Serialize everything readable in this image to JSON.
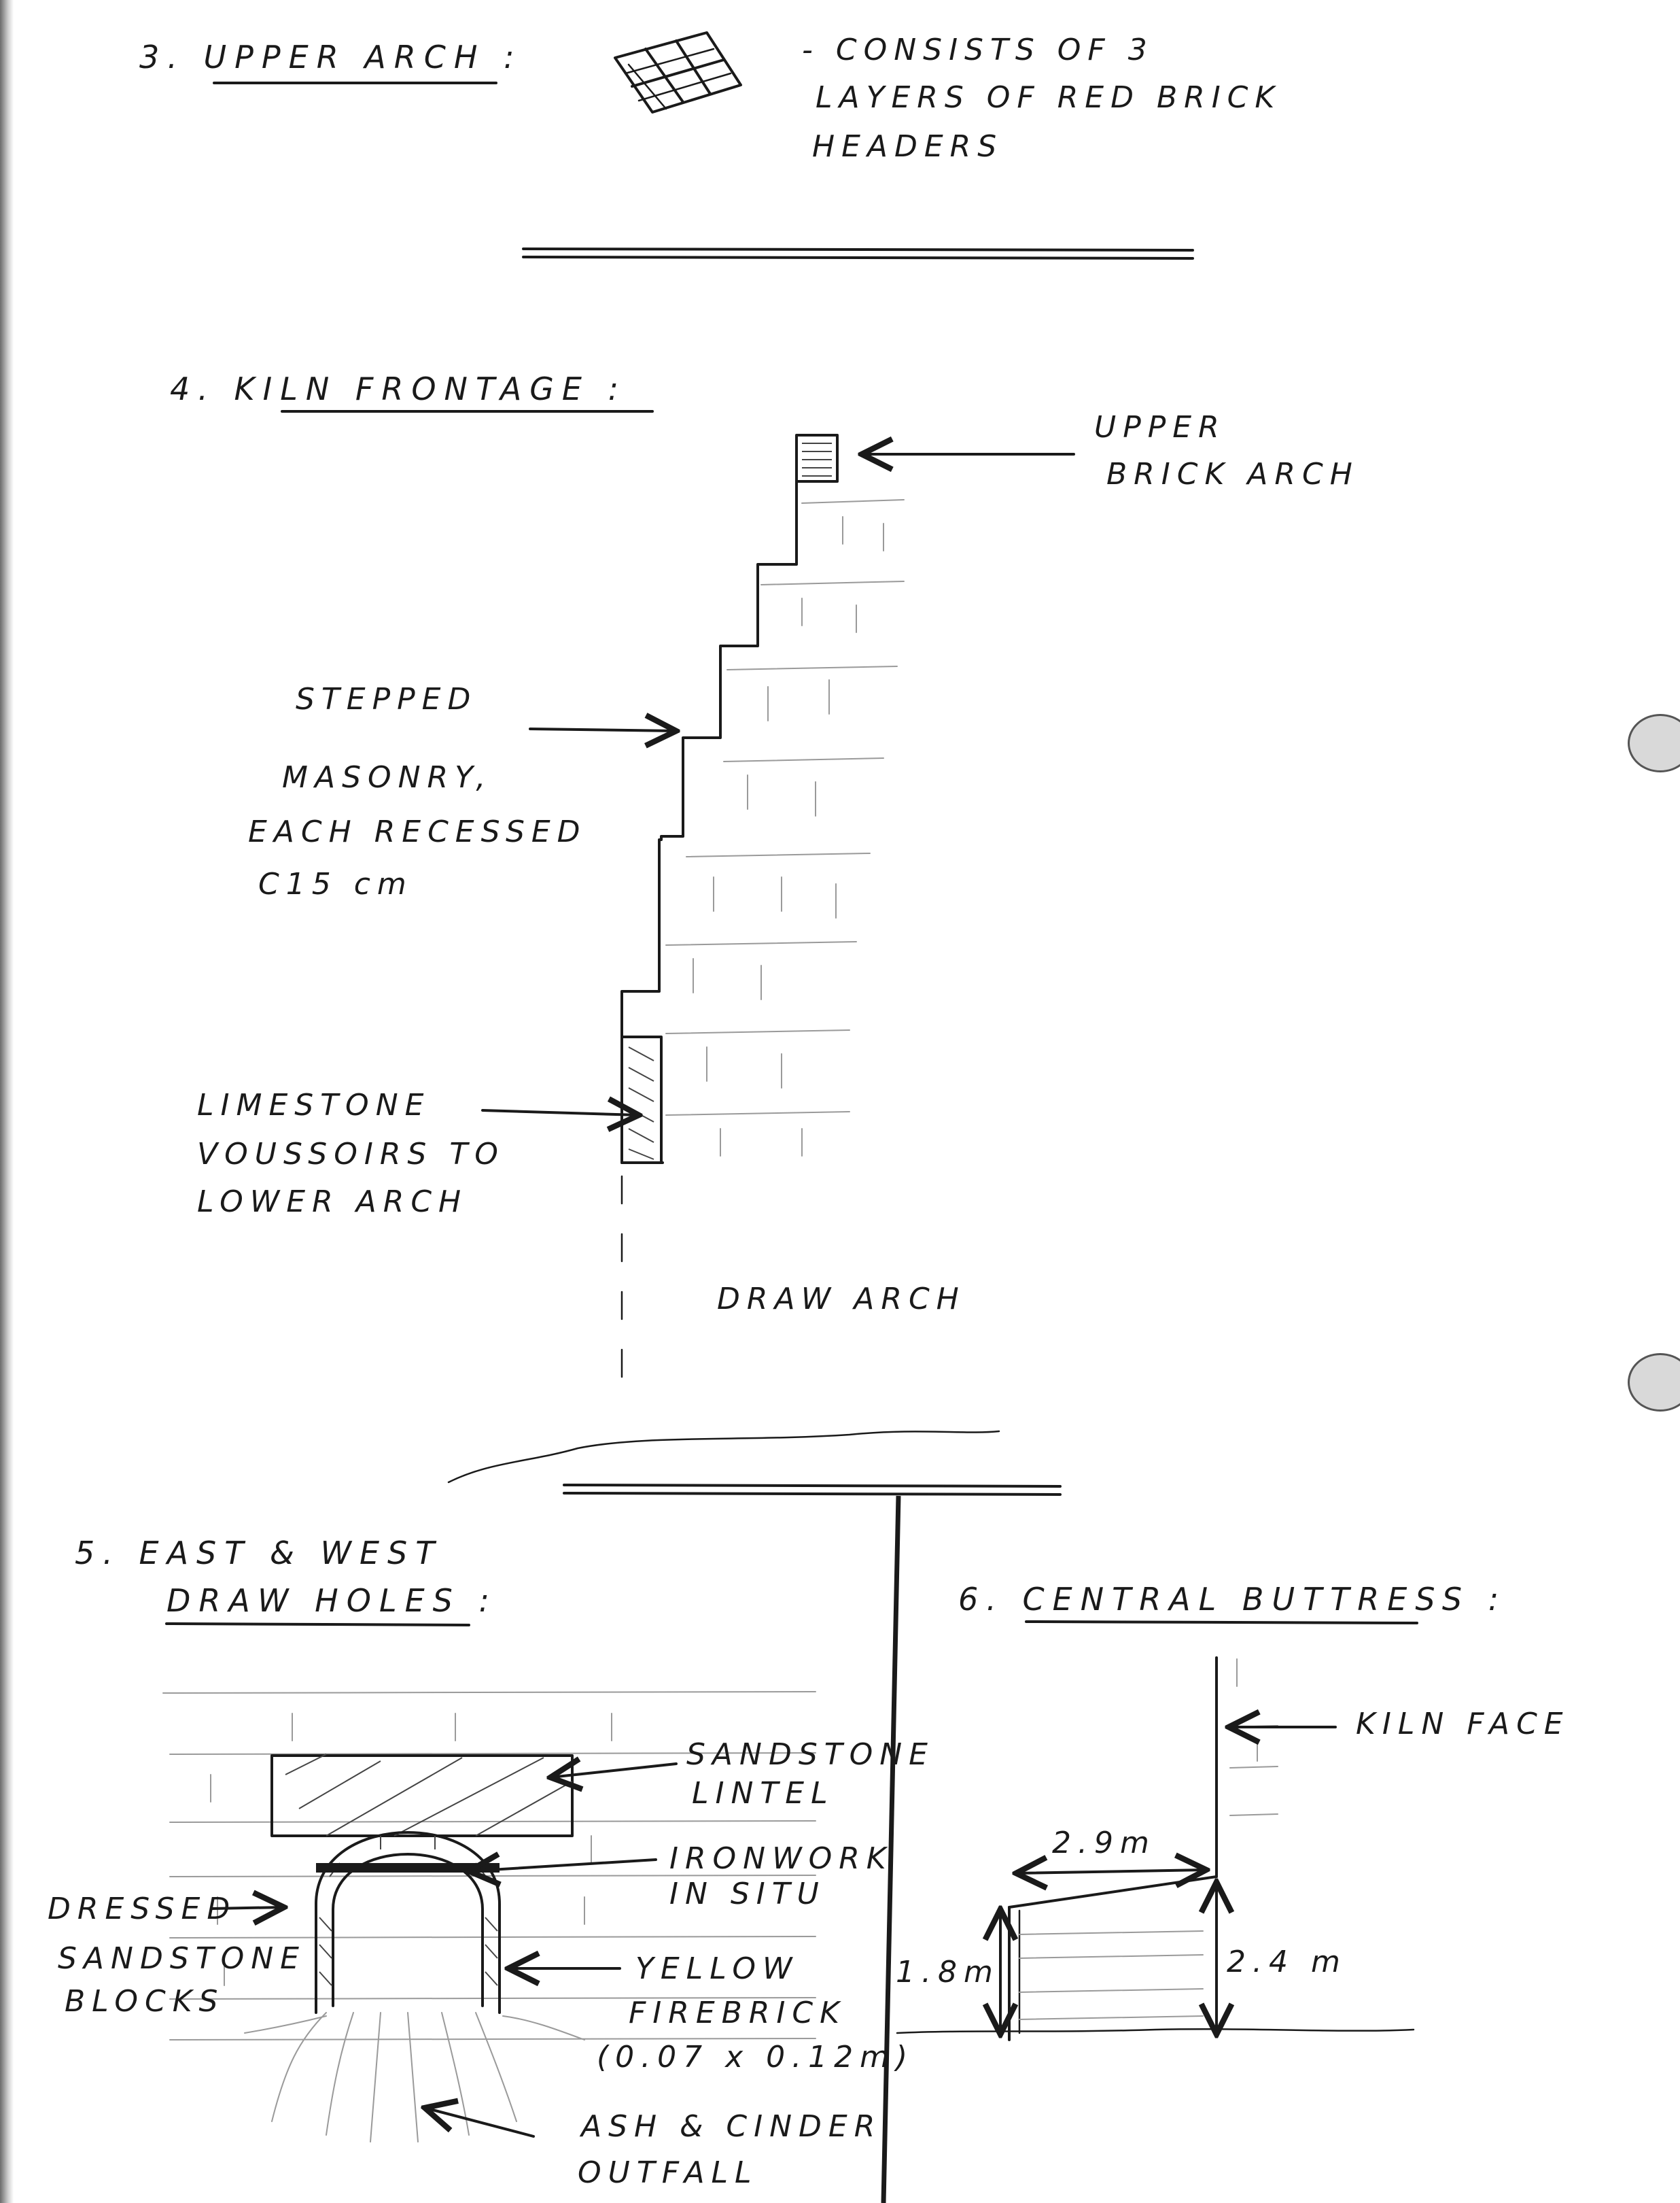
{
  "sections": {
    "upper_arch": {
      "title": "3. UPPER   ARCH :",
      "desc_line1": "- CONSISTS   OF   3",
      "desc_line2": "LAYERS   OF   RED BRICK",
      "desc_line3": "HEADERS"
    },
    "kiln_frontage": {
      "title": "4.  KILN   FRONTAGE :",
      "upper_brick_line1": "UPPER",
      "upper_brick_line2": "BRICK   ARCH",
      "stepped_line1": "STEPPED",
      "stepped_line2": "MASONRY,",
      "stepped_line3": "EACH  RECESSED",
      "stepped_line4": "C15 cm",
      "limestone_line1": "LIMESTONE",
      "limestone_line2": "VOUSSOIRS   TO",
      "limestone_line3": "LOWER   ARCH",
      "draw_arch": "DRAW   ARCH"
    },
    "draw_holes": {
      "title_line1": "5.  EAST  &  WEST",
      "title_line2": "DRAW   HOLES :",
      "lintel_line1": "SANDSTONE",
      "lintel_line2": "LINTEL",
      "ironwork_line1": "IRONWORK",
      "ironwork_line2": "IN   SITU",
      "dressed_line1": "DRESSED",
      "dressed_line2": "SANDSTONE",
      "dressed_line3": "BLOCKS",
      "firebrick_line1": "YELLOW",
      "firebrick_line2": "FIREBRICK",
      "firebrick_line3": "(0.07 x 0.12m)",
      "ash_line1": "ASH  &  CINDER",
      "ash_line2": "OUTFALL"
    },
    "central_buttress": {
      "title": "6. CENTRAL   BUTTRESS :",
      "kiln_face": "KILN   FACE",
      "dim_width": "2.9m",
      "dim_left": "1.8m",
      "dim_right": "2.4 m"
    }
  }
}
